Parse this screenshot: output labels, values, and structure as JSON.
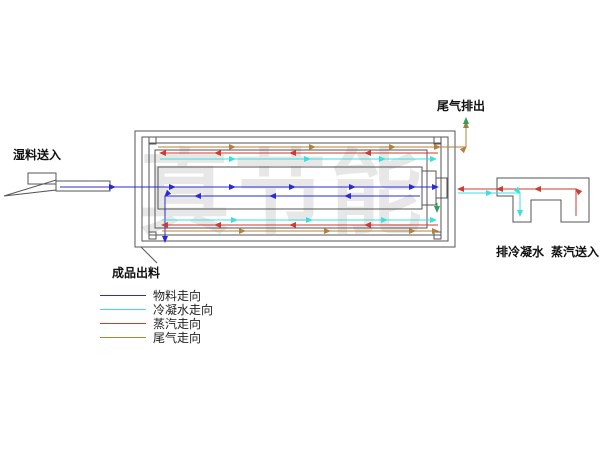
{
  "watermark": "真节能",
  "labels": {
    "wet_feed": "湿料送入",
    "exhaust_out": "尾气排出",
    "product_out": "成品出料",
    "condensate_drain": "排冷凝水",
    "steam_in": "蒸汽送入"
  },
  "legend": {
    "items": [
      {
        "label": "物料走向",
        "color": "#2b2bd6"
      },
      {
        "label": "冷凝水走向",
        "color": "#3ae0e0"
      },
      {
        "label": "蒸汽走向",
        "color": "#d03a32"
      },
      {
        "label": "尾气走向",
        "color": "#b5803c"
      }
    ]
  },
  "colors": {
    "material": "#2b2bd6",
    "condensate": "#3ae0e0",
    "steam": "#d03a32",
    "exhaust": "#b5803c",
    "outline": "#555555",
    "highlight": "#2e9e5b"
  }
}
